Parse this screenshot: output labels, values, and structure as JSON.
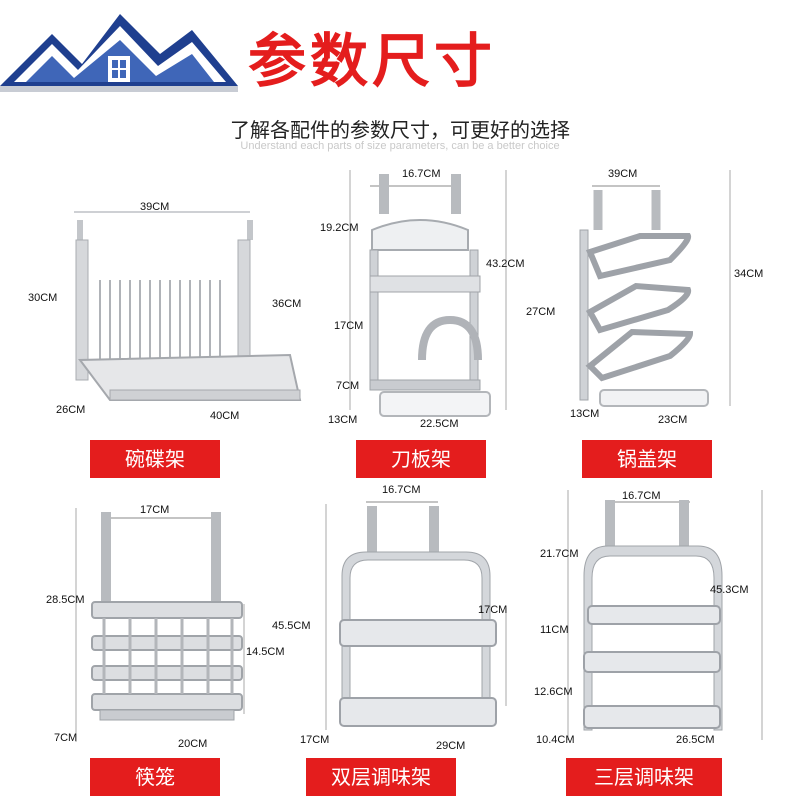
{
  "header": {
    "title": "参数尺寸",
    "subtitle_cn": "了解各配件的参数尺寸，可更好的选择",
    "subtitle_en": "Understand each parts of size parameters, can be a better choice"
  },
  "colors": {
    "accent": "#e41d1d",
    "steel": "#b9bcc0",
    "roof_blue": "#2f4f9e"
  },
  "products": [
    {
      "name": "碗碟架",
      "dims": [
        "39CM",
        "30CM",
        "36CM",
        "26CM",
        "40CM"
      ]
    },
    {
      "name": "刀板架",
      "dims": [
        "16.7CM",
        "19.2CM",
        "43.2CM",
        "17CM",
        "7CM",
        "13CM",
        "22.5CM"
      ]
    },
    {
      "name": "锅盖架",
      "dims": [
        "39CM",
        "34CM",
        "27CM",
        "13CM",
        "23CM"
      ]
    },
    {
      "name": "筷笼",
      "dims": [
        "17CM",
        "28.5CM",
        "14.5CM",
        "7CM",
        "20CM"
      ]
    },
    {
      "name": "双层调味架",
      "dims": [
        "16.7CM",
        "17CM",
        "45.5CM",
        "17CM",
        "29CM"
      ]
    },
    {
      "name": "三层调味架",
      "dims": [
        "16.7CM",
        "21.7CM",
        "45.3CM",
        "11CM",
        "12.6CM",
        "10.4CM",
        "26.5CM"
      ]
    }
  ]
}
